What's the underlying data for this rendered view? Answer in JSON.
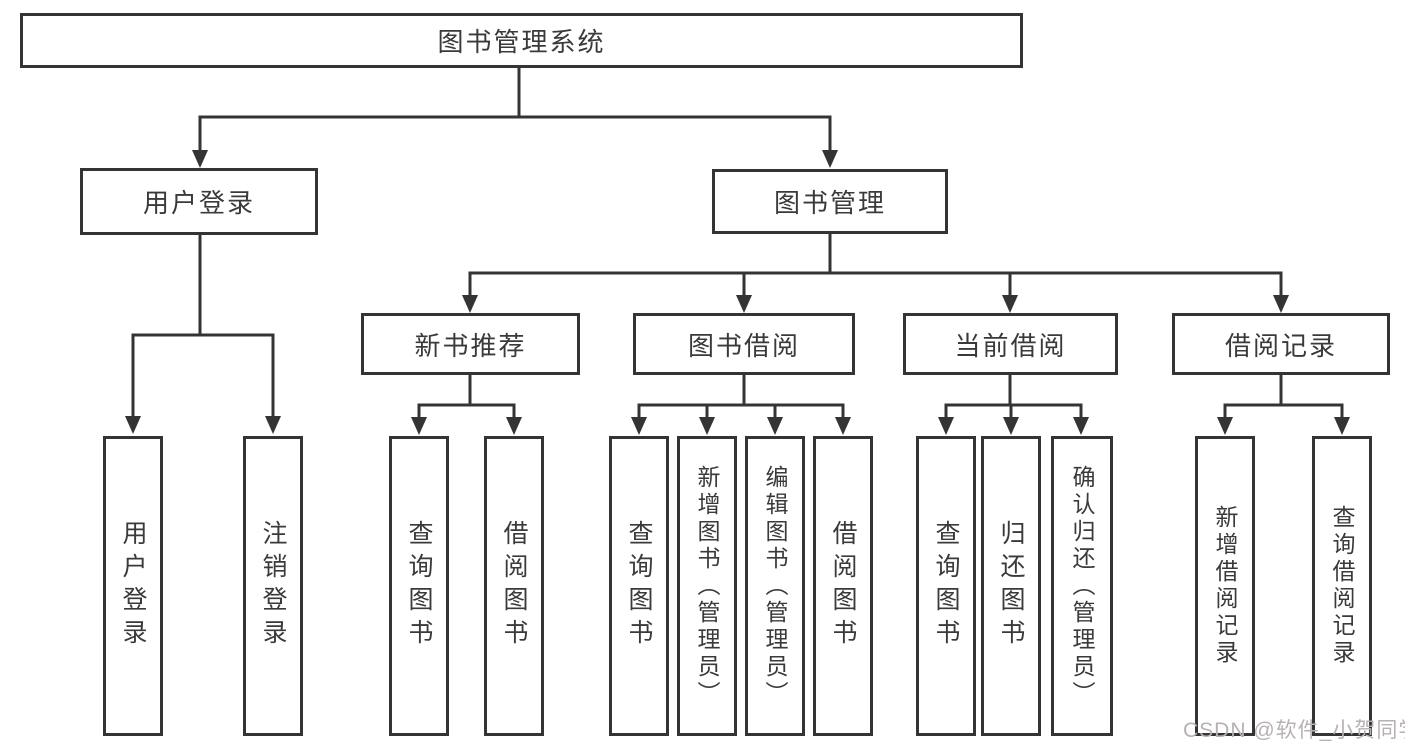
{
  "tree": {
    "label": "图书管理系统",
    "children": [
      {
        "label": "用户登录",
        "children": [
          {
            "label": "用户登录"
          },
          {
            "label": "注销登录"
          }
        ]
      },
      {
        "label": "图书管理",
        "children": [
          {
            "label": "新书推荐",
            "children": [
              {
                "label": "查询图书"
              },
              {
                "label": "借阅图书"
              }
            ]
          },
          {
            "label": "图书借阅",
            "children": [
              {
                "label": "查询图书"
              },
              {
                "label": "新增图书（管理员）"
              },
              {
                "label": "编辑图书（管理员）"
              },
              {
                "label": "借阅图书"
              }
            ]
          },
          {
            "label": "当前借阅",
            "children": [
              {
                "label": "查询图书"
              },
              {
                "label": "归还图书"
              },
              {
                "label": "确认归还（管理员）"
              }
            ]
          },
          {
            "label": "借阅记录",
            "children": [
              {
                "label": "新增借阅记录"
              },
              {
                "label": "查询借阅记录"
              }
            ]
          }
        ]
      }
    ]
  },
  "watermark": "CSDN @软件_小贺同学",
  "colors": {
    "line": "#343434",
    "text": "#3a3a3a",
    "watermark": "#b7b2b2",
    "background": "#ffffff"
  }
}
